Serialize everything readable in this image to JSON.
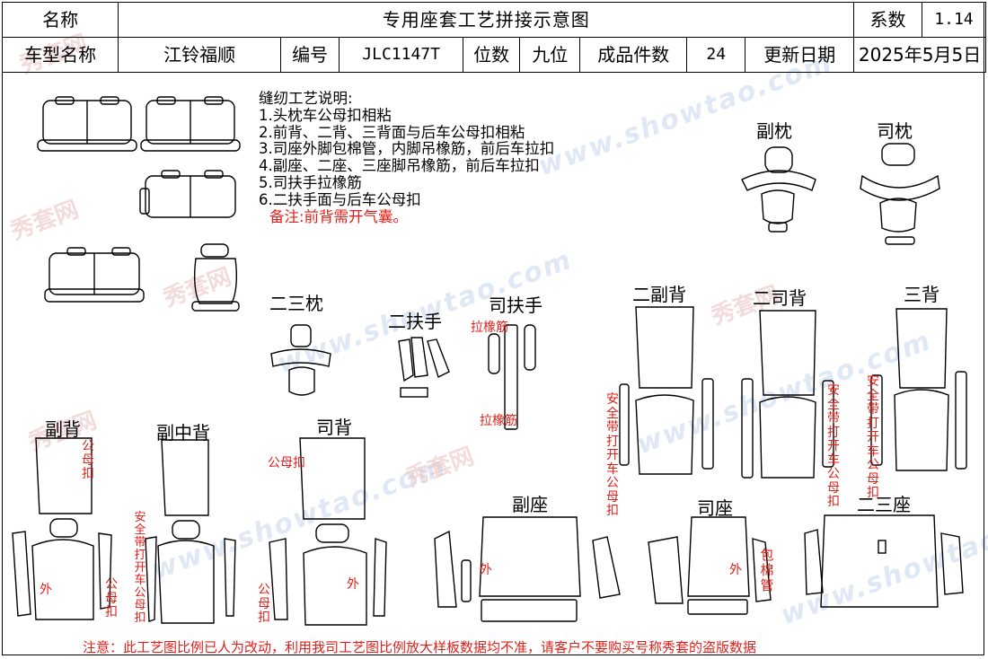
{
  "header": {
    "name_label": "名称",
    "title": "专用座套工艺拼接示意图",
    "coef_label": "系数",
    "coef_value": "1.14",
    "model_label": "车型名称",
    "model_value": "江铃福顺",
    "code_label": "编号",
    "code_value": "JLC1147T",
    "seats_label": "位数",
    "seats_value": "九位",
    "pieces_label": "成品件数",
    "pieces_value": "24",
    "update_label": "更新日期",
    "update_value": "2025年5月5日"
  },
  "notes": {
    "title": "缝纫工艺说明:",
    "items": [
      "1.头枕车公母扣相粘",
      "2.前背、二背、三背面与后车公母扣相粘",
      "3.司座外脚包棉管，内脚吊橡筋，前后车拉扣",
      "4.副座、二座、三座脚吊橡筋，前后车拉扣",
      "5.司扶手拉橡筋",
      "6.二扶手面与后车公母扣"
    ],
    "remark": "备注:前背需开气囊。"
  },
  "part_labels": {
    "fu_zhen": "副枕",
    "si_zhen": "司枕",
    "er_san_zhen": "二三枕",
    "er_fu_shou": "二扶手",
    "si_fu_shou": "司扶手",
    "er_fu_bei": "二副背",
    "er_si_bei": "二司背",
    "san_bei": "三背",
    "fu_bei": "副背",
    "fu_zhong_bei": "副中背",
    "si_bei": "司背",
    "fu_zuo": "副座",
    "si_zuo": "司座",
    "er_san_zuo": "二三座"
  },
  "annotations": {
    "la_xiang_jin": "拉橡筋",
    "gong_mu_kou": "公母扣",
    "wai": "外",
    "seatbelt_opening": "安全带打开车公母扣",
    "bao_mian_guan": "包棉管"
  },
  "watermark": {
    "url": "www.showtao.com",
    "brand": "秀套网"
  },
  "footer": "注意：此工艺图比例已人为改动，利用我司工艺图比例放大样板数据均不准，请客户不要购买号称秀套的盗版数据"
}
